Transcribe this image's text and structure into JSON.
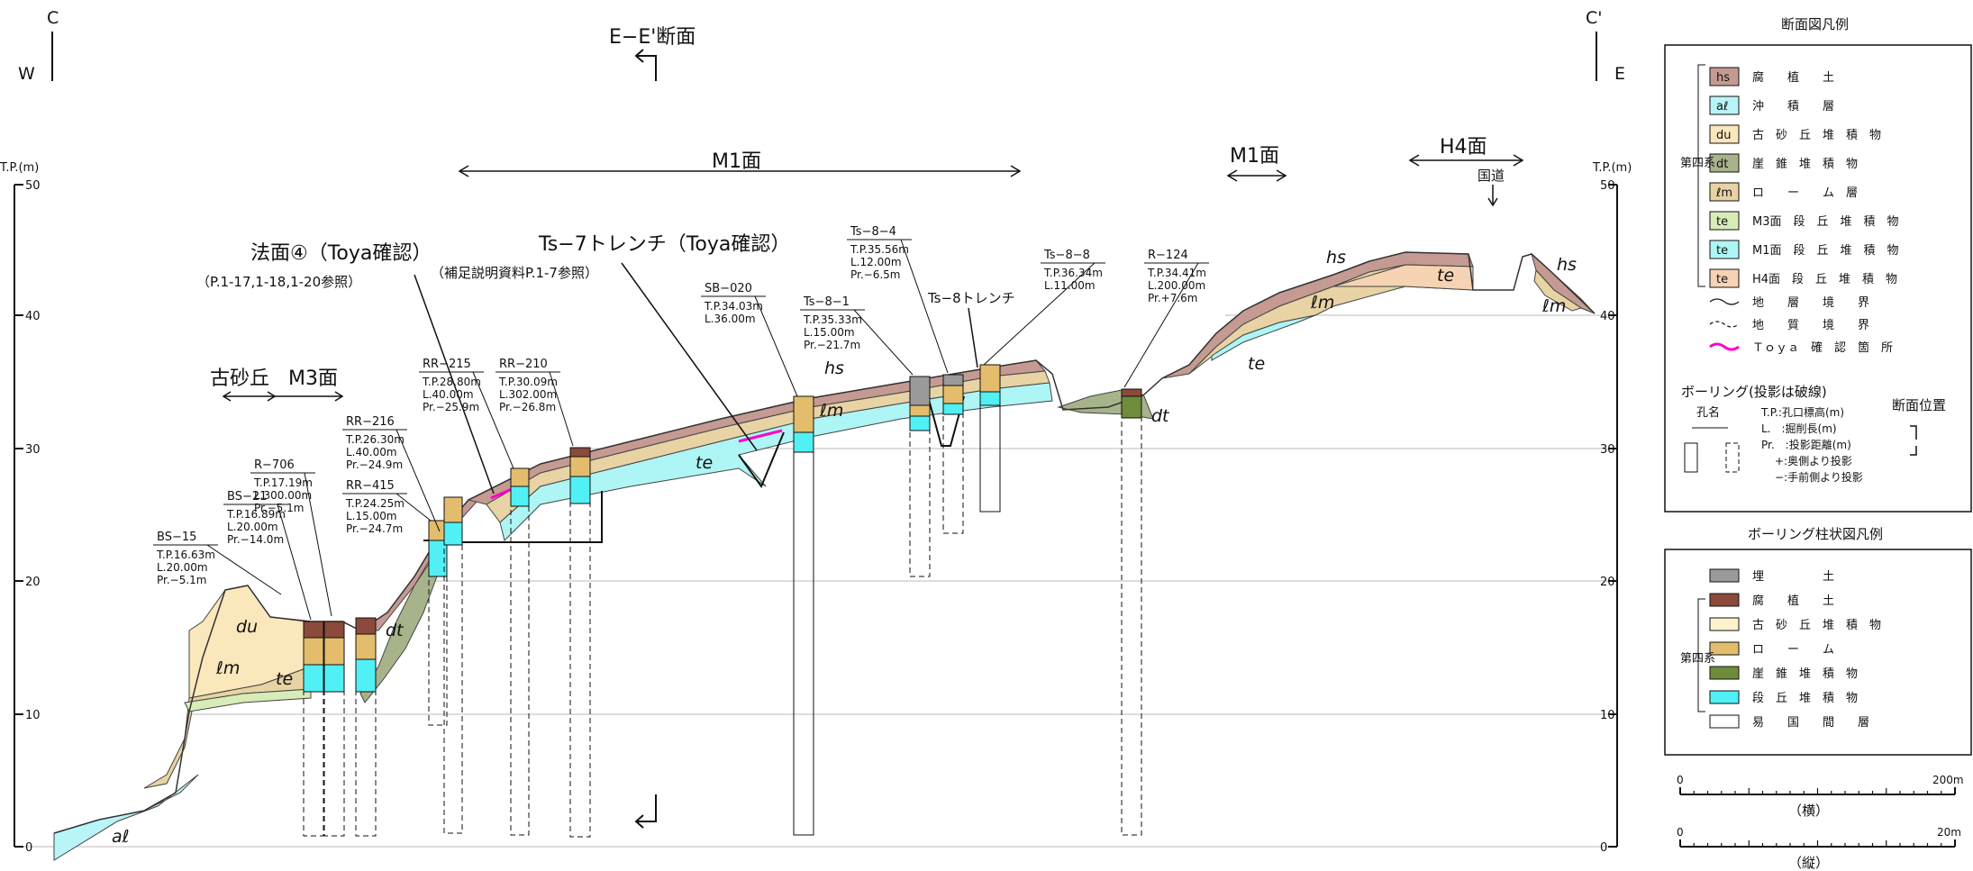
{
  "diagram": {
    "section_title": "E−E'断面",
    "west_label": "W",
    "east_label": "E",
    "c_left": "C",
    "c_right": "C'",
    "axis_unit": "T.P.(m)",
    "y_ticks": [
      "0",
      "10",
      "20",
      "30",
      "40",
      "50"
    ],
    "surface_labels": {
      "m1_main": "M1面",
      "m1_right": "M1面",
      "h4": "H4面",
      "national_road": "国道",
      "kosakyu": "古砂丘",
      "m3": "M3面"
    },
    "callouts": {
      "hoomen_title": "法面④（Toya確認）",
      "hoomen_ref": "（P.1-17,1-18,1-20参照）",
      "trench_title": "Ts−7トレンチ（Toya確認）",
      "trench_ref": "（補足説明資料P.1-7参照）",
      "ts8_trench": "Ts−8トレンチ"
    },
    "unit_labels": {
      "du": "du",
      "lm1": "ℓm",
      "te1": "te",
      "al": "aℓ",
      "dt1": "dt",
      "hs1": "hs",
      "lm2": "ℓm",
      "te2": "te",
      "dt2": "dt",
      "hs2": "hs",
      "lm3": "ℓm",
      "te3": "te",
      "te4": "te",
      "hs3": "hs",
      "lm4": "ℓm"
    },
    "boreholes": [
      {
        "name": "BS−15",
        "tp": "T.P.16.63m",
        "len": "L.20.00m",
        "pr": "Pr.−5.1m"
      },
      {
        "name": "BS−21",
        "tp": "T.P.16.89m",
        "len": "L.20.00m",
        "pr": "Pr.−14.0m"
      },
      {
        "name": "R−706",
        "tp": "T.P.17.19m",
        "len": "L.300.00m",
        "pr": "Pr.−5.1m"
      },
      {
        "name": "RR−216",
        "tp": "T.P.26.30m",
        "len": "L.40.00m",
        "pr": "Pr.−24.9m"
      },
      {
        "name": "RR−415",
        "tp": "T.P.24.25m",
        "len": "L.15.00m",
        "pr": "Pr.−24.7m"
      },
      {
        "name": "RR−215",
        "tp": "T.P.28.80m",
        "len": "L.40.00m",
        "pr": "Pr.−25.9m"
      },
      {
        "name": "RR−210",
        "tp": "T.P.30.09m",
        "len": "L.302.00m",
        "pr": "Pr.−26.8m"
      },
      {
        "name": "SB−020",
        "tp": "T.P.34.03m",
        "len": "L.36.00m",
        "pr": ""
      },
      {
        "name": "Ts−8−1",
        "tp": "T.P.35.33m",
        "len": "L.15.00m",
        "pr": "Pr.−21.7m"
      },
      {
        "name": "Ts−8−4",
        "tp": "T.P.35.56m",
        "len": "L.12.00m",
        "pr": "Pr.−6.5m"
      },
      {
        "name": "Ts−8−8",
        "tp": "T.P.36.34m",
        "len": "L.11.00m",
        "pr": ""
      },
      {
        "name": "R−124",
        "tp": "T.P.34.41m",
        "len": "L.200.00m",
        "pr": "Pr.+7.6m"
      }
    ]
  },
  "legend_section": {
    "title": "断面図凡例",
    "group_label": "第四系",
    "items": [
      {
        "code": "hs",
        "label": "腐　　植　　土",
        "color": "#c49a92"
      },
      {
        "code": "aℓ",
        "label": "沖　　積　　層",
        "color": "#b8f4f8"
      },
      {
        "code": "du",
        "label": "古　砂　丘　堆　積　物",
        "color": "#fbe7bc"
      },
      {
        "code": "dt",
        "label": "崖　錐　堆　積　物",
        "color": "#a7b38a"
      },
      {
        "code": "ℓm",
        "label": "ロ　　ー　　ム　層",
        "color": "#e7d3a4"
      },
      {
        "code": "te",
        "label": "M3面　段　丘　堆　積　物",
        "color": "#d8ecb8"
      },
      {
        "code": "te",
        "label": "M1面　段　丘　堆　積　物",
        "color": "#aef5f5"
      },
      {
        "code": "te",
        "label": "H4面　段　丘　堆　積　物",
        "color": "#f6d3b3"
      }
    ],
    "line_items": [
      {
        "label": "地　　層　　境　　界"
      },
      {
        "label": "地　　質　　境　　界"
      },
      {
        "label": "Ｔｏｙａ　確　認　箇　所",
        "color": "#ff00cc"
      }
    ],
    "boring_title": "ボーリング(投影は破線)",
    "hole_name": "孔名",
    "tp_note": "T.P.:孔口標高(m)",
    "l_note": "L.　:掘削長(m)",
    "pr_note": "Pr.　:投影距離(m)",
    "plus_note": "+:奥側より投影",
    "minus_note": "−:手前側より投影",
    "position_title": "断面位置"
  },
  "legend_boring": {
    "title": "ボーリング柱状図凡例",
    "group_label": "第四系",
    "items": [
      {
        "label": "埋　　　　　土",
        "color": "#9a9a9a"
      },
      {
        "label": "腐　　植　　土",
        "color": "#8b4a3c"
      },
      {
        "label": "古　砂　丘　堆　積　物",
        "color": "#fdf2cc"
      },
      {
        "label": "ロ　　ー　　ム",
        "color": "#e3bd6c"
      },
      {
        "label": "崖　錐　堆　積　物",
        "color": "#6e8c3a"
      },
      {
        "label": "段　丘　堆　積　物",
        "color": "#50f0f5"
      },
      {
        "label": "易　　国　　間　　層",
        "color": "#ffffff"
      }
    ]
  },
  "scales": {
    "horizontal": {
      "start": "0",
      "end": "200m",
      "caption": "（横）"
    },
    "vertical": {
      "start": "0",
      "end": "20m",
      "caption": "（縦）"
    }
  }
}
